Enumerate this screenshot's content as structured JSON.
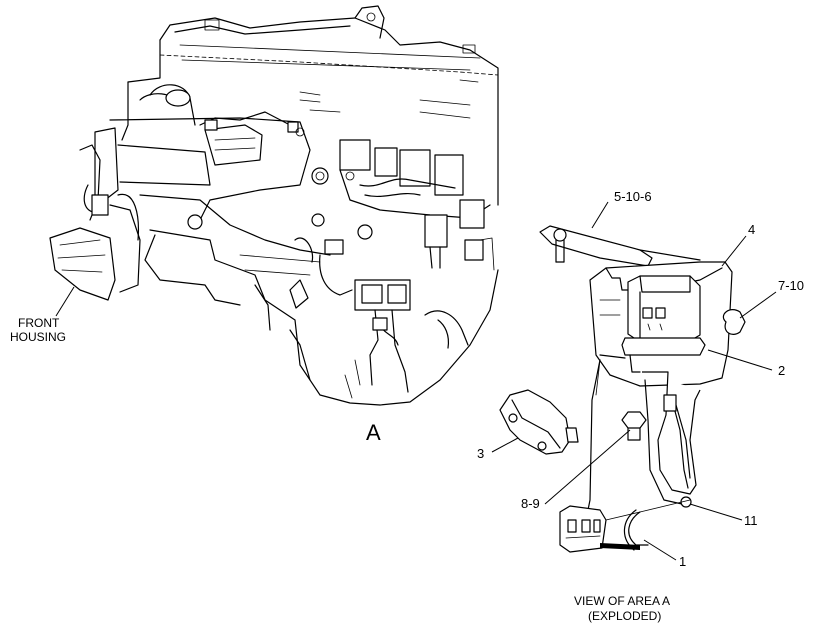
{
  "labels": {
    "front_housing_1": "FRONT",
    "front_housing_2": "HOUSING",
    "area": "A",
    "callout_5_10_6": "5-10-6",
    "callout_4": "4",
    "callout_7_10": "7-10",
    "callout_2": "2",
    "callout_3": "3",
    "callout_8_9": "8-9",
    "callout_11": "11",
    "callout_1": "1",
    "view_caption_1": "VIEW OF AREA A",
    "view_caption_2": "(EXPLODED)"
  }
}
